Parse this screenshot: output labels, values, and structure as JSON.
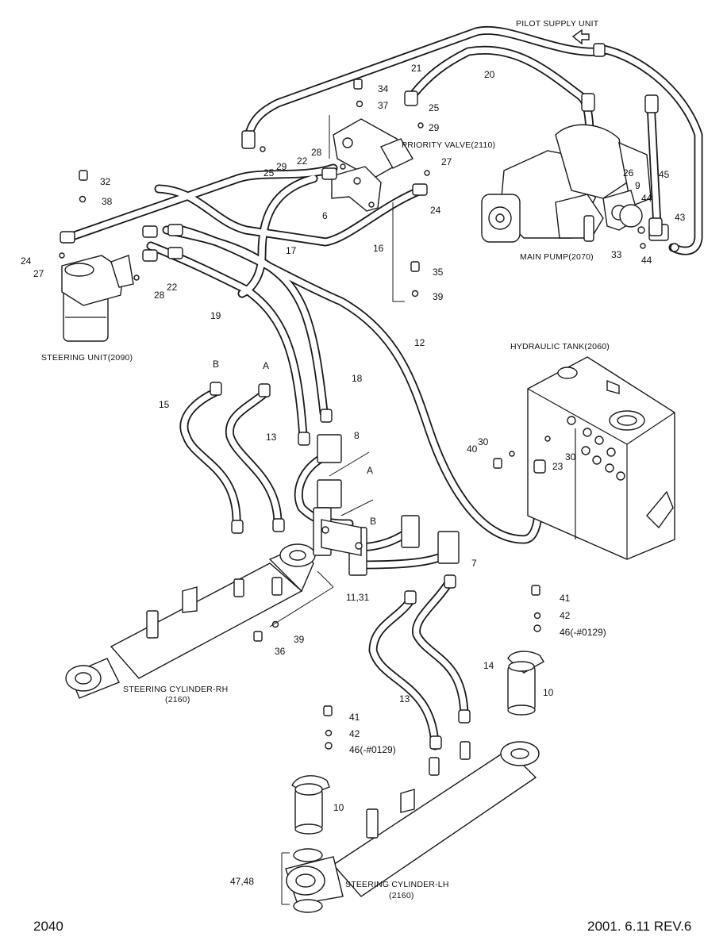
{
  "page": {
    "number": "2040",
    "date_rev": "2001. 6.11  REV.6"
  },
  "components": {
    "pilot_supply_unit": "PILOT SUPPLY UNIT",
    "priority_valve": "PRIORITY VALVE(2110)",
    "main_pump": "MAIN PUMP(2070)",
    "steering_unit": "STEERING UNIT(2090)",
    "hydraulic_tank": "HYDRAULIC TANK(2060)",
    "cyl_rh_name": "STEERING CYLINDER-RH",
    "cyl_rh_code": "(2160)",
    "cyl_lh_name": "STEERING CYLINDER-LH",
    "cyl_lh_code": "(2160)"
  },
  "callouts": {
    "c21": "21",
    "c20": "20",
    "c34": "34",
    "c37": "37",
    "c25a": "25",
    "c29a": "29",
    "c29b": "29",
    "c25b": "25",
    "c28a": "28",
    "c22a": "22",
    "c27a": "27",
    "c24a": "24",
    "c6": "6",
    "c16": "16",
    "c17": "17",
    "c32": "32",
    "c38": "38",
    "c24b": "24",
    "c27b": "27",
    "c28b": "28",
    "c22b": "22",
    "c35": "35",
    "c39a": "39",
    "c19": "19",
    "c12": "12",
    "c18": "18",
    "c26": "26",
    "c9": "9",
    "c44a": "44",
    "c43": "43",
    "c45": "45",
    "c33": "33",
    "c44b": "44",
    "cB1": "B",
    "cA1": "A",
    "c15": "15",
    "c13a": "13",
    "c8": "8",
    "cA2": "A",
    "cB2": "B",
    "c7": "7",
    "c11_31": "11,31",
    "c30a": "30",
    "c40": "40",
    "c30b": "30",
    "c23": "23",
    "c39b": "39",
    "c36": "36",
    "c41a": "41",
    "c42a": "42",
    "c46a": "46(-#0129)",
    "c14": "14",
    "c10a": "10",
    "c13b": "13",
    "c41b": "41",
    "c42b": "42",
    "c46b": "46(-#0129)",
    "c10b": "10",
    "c47_48": "47,48"
  },
  "icons": {
    "arrow": "left-arrow-icon"
  }
}
